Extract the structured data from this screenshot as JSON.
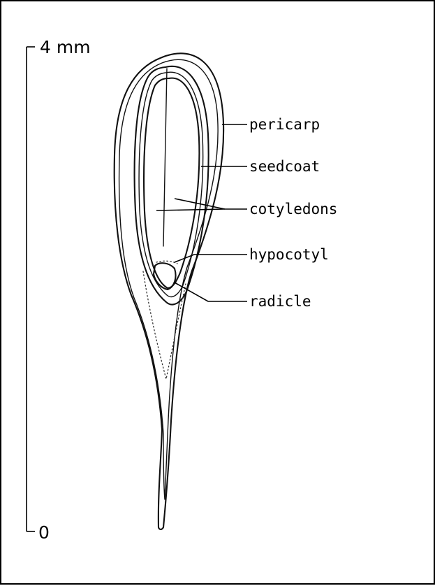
{
  "scale_bar": {
    "top_label": "4 mm",
    "bottom_label": "0"
  },
  "labels": {
    "pericarp": "pericarp",
    "seedcoat": "seedcoat",
    "cotyledons": "cotyledons",
    "hypocotyl": "hypocotyl",
    "radicle": "radicle"
  },
  "colors": {
    "ink": "#000000",
    "background": "#ffffff"
  }
}
